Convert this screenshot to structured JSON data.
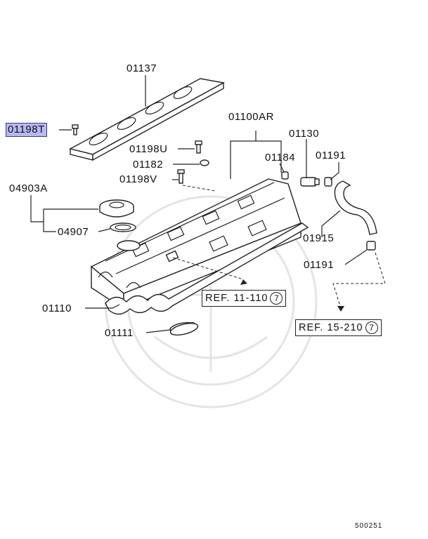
{
  "labels": {
    "p01137": "01137",
    "p01198t": "01198T",
    "p01100ar": "01100AR",
    "p01130": "01130",
    "p01198u": "01198U",
    "p01184": "01184",
    "p01191a": "01191",
    "p01182": "01182",
    "p01198v": "01198V",
    "p04903a": "04903A",
    "p04907": "04907",
    "p01915": "01915",
    "p01191b": "01191",
    "p01110": "01110",
    "p01111": "01111"
  },
  "references": {
    "ref1": {
      "text": "REF. 11-110",
      "circle": "7"
    },
    "ref2": {
      "text": "REF. 15-210",
      "circle": "7"
    }
  },
  "diagram_code": "500251",
  "colors": {
    "highlight": "#b6b9f2",
    "line": "#222222"
  }
}
